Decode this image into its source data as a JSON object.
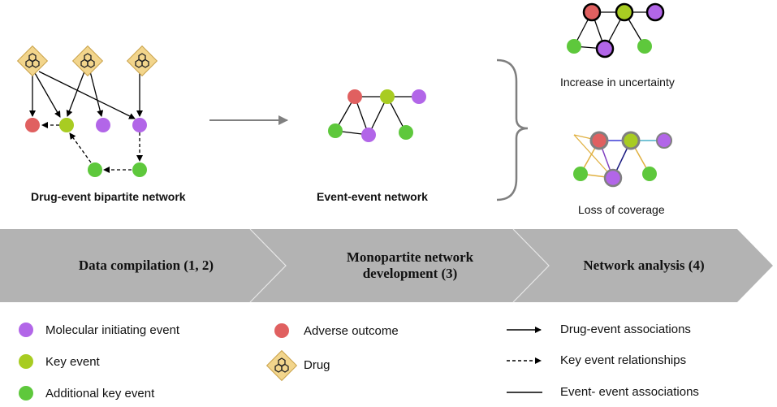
{
  "colors": {
    "mie": "#b266e8",
    "key_event": "#a8cc22",
    "additional_key_event": "#5ec83c",
    "adverse_outcome": "#e06060",
    "drug_fill": "#f2d58c",
    "arrow_band": "#b3b3b3",
    "bracket": "#7f7f7f"
  },
  "panels": {
    "bipartite": {
      "caption": "Drug-event bipartite network"
    },
    "event_event": {
      "caption": "Event-event network"
    },
    "uncertainty": {
      "caption": "Increase in uncertainty"
    },
    "coverage": {
      "caption": "Loss of coverage"
    }
  },
  "stages": [
    {
      "label": "Data compilation (1, 2)"
    },
    {
      "label": "Monopartite network development (3)"
    },
    {
      "label": "Network analysis (4)"
    }
  ],
  "legend": {
    "mie": "Molecular initiating event",
    "key_event": "Key event",
    "additional_key_event": "Additional key event",
    "adverse_outcome": "Adverse outcome",
    "drug": "Drug",
    "drug_event": "Drug-event associations",
    "ker": "Key event relationships",
    "event_event": "Event- event associations"
  }
}
